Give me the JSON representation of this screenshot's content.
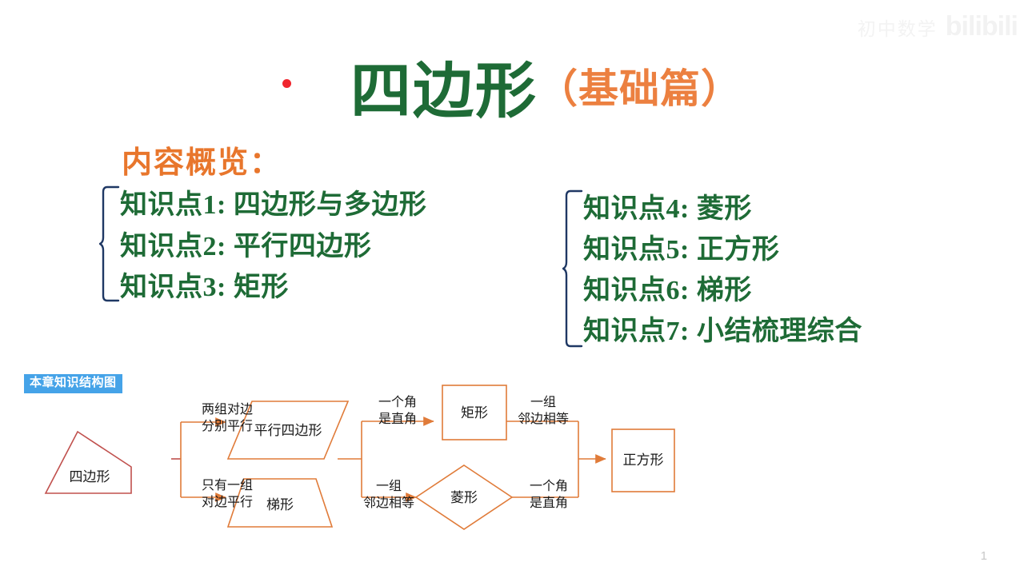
{
  "watermark": {
    "cn_text": "初中数学",
    "logo_text": "bilibili"
  },
  "title": {
    "main": "四边形",
    "sub": "（基础篇）",
    "main_color": "#1e6b36",
    "sub_color": "#ec8040",
    "bullet_color": "#f0262e"
  },
  "overview": {
    "heading": "内容概览：",
    "heading_color": "#e8762c",
    "item_color": "#1e6b36",
    "brace_color": "#1f3864",
    "left_items": [
      "知识点1: 四边形与多边形",
      "知识点2: 平行四边形",
      "知识点3: 矩形"
    ],
    "right_items": [
      "知识点4: 菱形",
      "知识点5: 正方形",
      "知识点6: 梯形",
      "知识点7: 小结梳理综合"
    ]
  },
  "structure": {
    "badge_label": "本章知识结构图",
    "badge_bg": "#45a3e8",
    "badge_color": "#ffffff",
    "shape_stroke": "#e07b39",
    "quad_stroke": "#c0504d",
    "arrow_color": "#e07b39",
    "nodes": {
      "quadrilateral": "四边形",
      "parallelogram": "平行四边形",
      "trapezoid": "梯形",
      "rectangle": "矩形",
      "rhombus": "菱形",
      "square": "正方形"
    },
    "edges": {
      "to_parallelogram_l1": "两组对边",
      "to_parallelogram_l2": "分别平行",
      "to_trapezoid_l1": "只有一组",
      "to_trapezoid_l2": "对边平行",
      "to_rectangle_l1": "一个角",
      "to_rectangle_l2": "是直角",
      "to_rhombus_l1": "一组",
      "to_rhombus_l2": "邻边相等",
      "rect_to_square_l1": "一组",
      "rect_to_square_l2": "邻边相等",
      "rhom_to_square_l1": "一个角",
      "rhom_to_square_l2": "是直角"
    }
  },
  "footer": {
    "page_number": "1"
  }
}
